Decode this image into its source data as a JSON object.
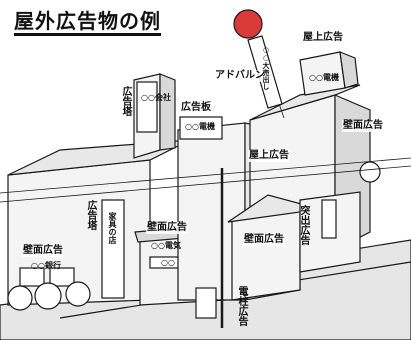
{
  "title": "屋外広告物の例",
  "labels": {
    "ad_balloon": "アドバルン",
    "rooftop_ad_top": "屋上広告",
    "ad_tower": "広告塔",
    "billboard": "広告板",
    "rooftop_ad_mid": "屋上広告",
    "wall_ad_right": "壁面広告",
    "ad_tower_lower": "広告塔",
    "wall_ad_left": "壁面広告",
    "wall_ad_center": "壁面広告",
    "wall_ad_small": "壁面広告",
    "protruding_ad": "突出広告",
    "pole_ad": "電柱広告"
  },
  "sign_texts": {
    "tower_top": "○○会社",
    "rooftop_sign": "○○電機",
    "billboard_sign": "○○電機",
    "wall_sign_left": "○○銀行",
    "wall_sign_center": "○○電気",
    "store_sign": "○○",
    "balloon_banner": "○○大売出し",
    "vertical_shop": "家具の店"
  },
  "colors": {
    "line": "#1a1a1a",
    "building_fill": "#f4f4f4",
    "shade": "#d9d9d9",
    "road": "#e6e6e6",
    "balloon_red": "#d93a3a"
  }
}
